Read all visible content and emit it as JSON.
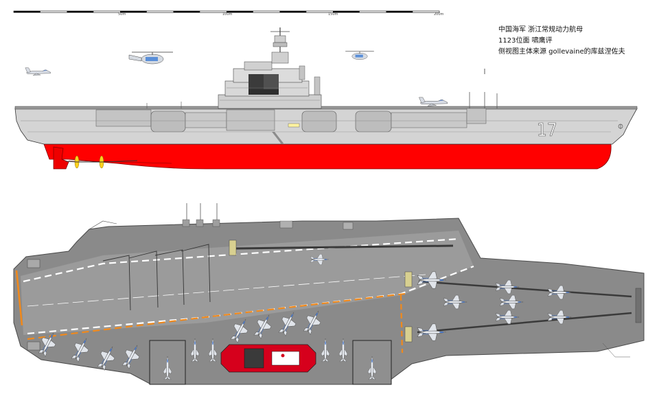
{
  "scale_bar": {
    "ticks": [
      {
        "label": "50m"
      },
      {
        "label": "100m"
      },
      {
        "label": "150m"
      },
      {
        "label": "200m"
      }
    ]
  },
  "caption": {
    "line1": "中国海军 浙江常规动力航母",
    "line2": "1123位面  啸鹰评",
    "line3": "侧视图主体来源 gollevaine的库兹涅佐夫"
  },
  "hull_number": "17",
  "colors": {
    "hull_gray": "#d4d4d4",
    "hull_dark": "#b8b8b8",
    "below_waterline": "#ff0000",
    "flight_deck": "#8a8a8a",
    "deck_outline": "#4a4a4a",
    "safety_line": "#f0891c",
    "elevator_red": "#d6001c",
    "propeller": "#ffd21e"
  }
}
